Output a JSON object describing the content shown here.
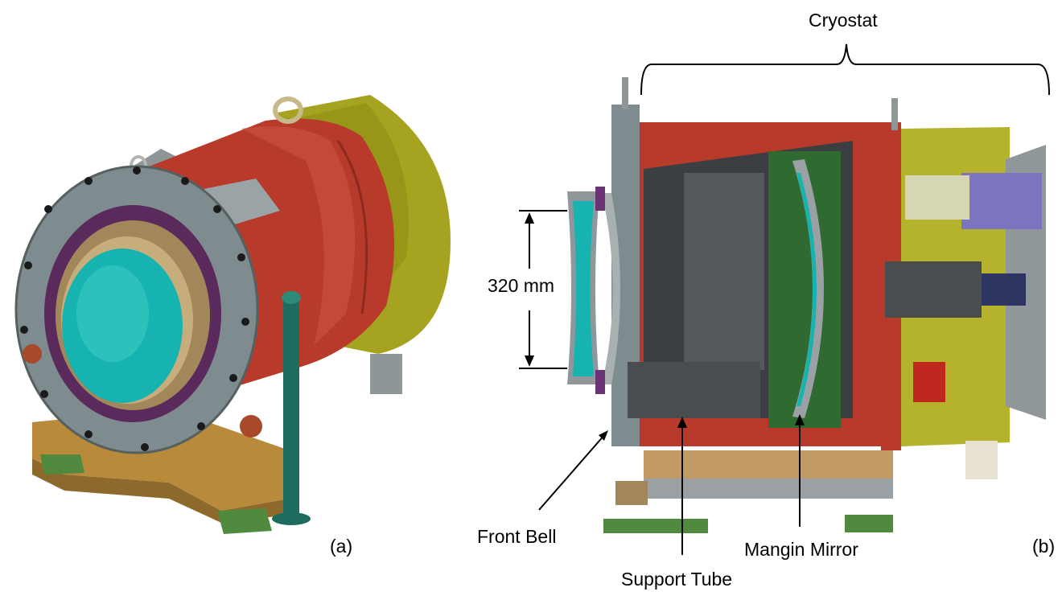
{
  "figure": {
    "panel_a": {
      "label": "(a)"
    },
    "panel_b": {
      "label": "(b)",
      "annotations": {
        "cryostat": "Cryostat",
        "dimension": "320 mm",
        "front_bell": "Front Bell",
        "support_tube": "Support Tube",
        "mangin_mirror": "Mangin Mirror"
      }
    }
  },
  "colors": {
    "cryostat_red": "#b83a2a",
    "bell_gray": "#7f8c8f",
    "yellow_shroud": "#a5a31f",
    "lens_teal": "#17b3b0",
    "purple_ring": "#5a2a5c",
    "brass": "#a2875a",
    "base_orange": "#b98a3a",
    "green_pillar": "#1e6c5e"
  }
}
